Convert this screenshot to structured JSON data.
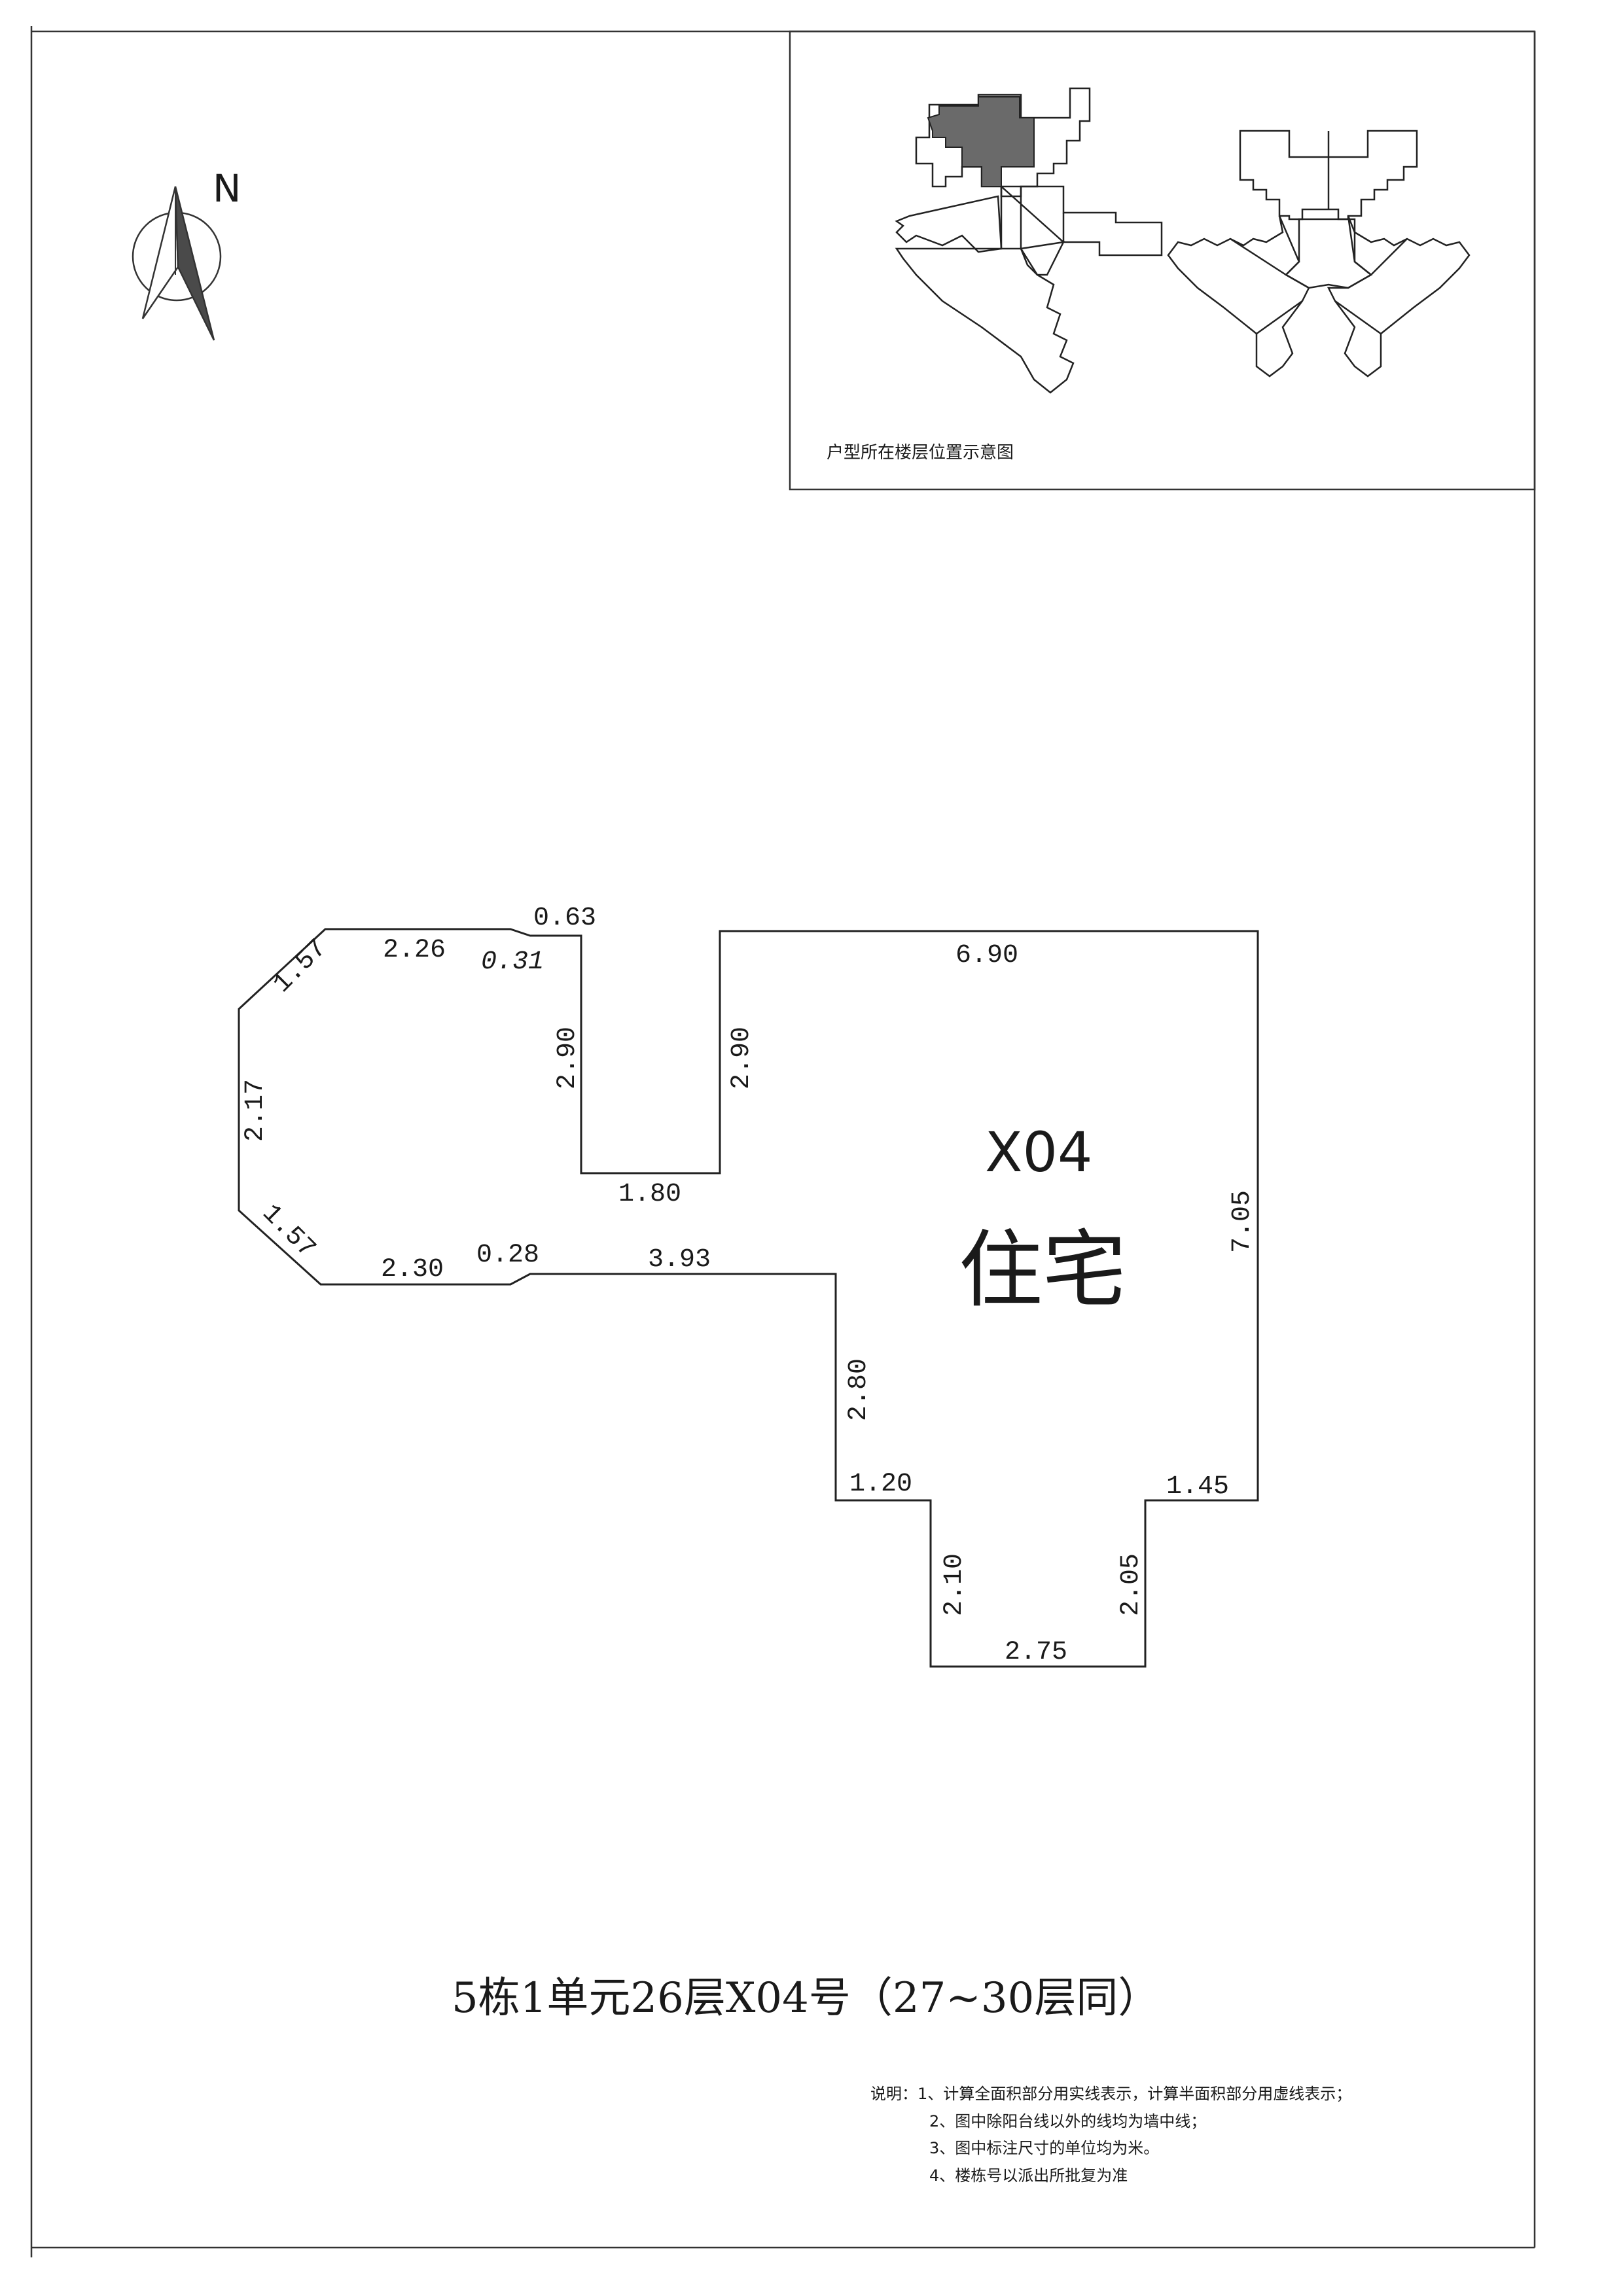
{
  "compass": {
    "north_label": "N"
  },
  "inset": {
    "caption": "户型所在楼层位置示意图"
  },
  "unit": {
    "code": "X04",
    "usage": "住宅"
  },
  "dimensions": {
    "top_left_diag": "1.57",
    "top_left": "2.26",
    "top_notch_diag": "0.31",
    "top_notch": "0.63",
    "left_side": "2.17",
    "recess_left": "2.90",
    "recess_right": "2.90",
    "recess_bottom": "1.80",
    "top_right": "6.90",
    "right_side": "7.05",
    "bottom_left_diag": "1.57",
    "bottom_left": "2.30",
    "bottom_notch": "0.28",
    "bottom_mid": "3.93",
    "step_vertical": "2.80",
    "step_left": "1.20",
    "step_right": "1.45",
    "bay_left": "2.10",
    "bay_right": "2.05",
    "bay_bottom": "2.75"
  },
  "title": "5栋1单元26层X04号（27~30层同）",
  "notes": [
    "说明：1、计算全面积部分用实线表示，计算半面积部分用虚线表示；",
    "2、图中除阳台线以外的线均为墙中线；",
    "3、图中标注尺寸的单位均为米。",
    "4、楼栋号以派出所批复为准"
  ]
}
